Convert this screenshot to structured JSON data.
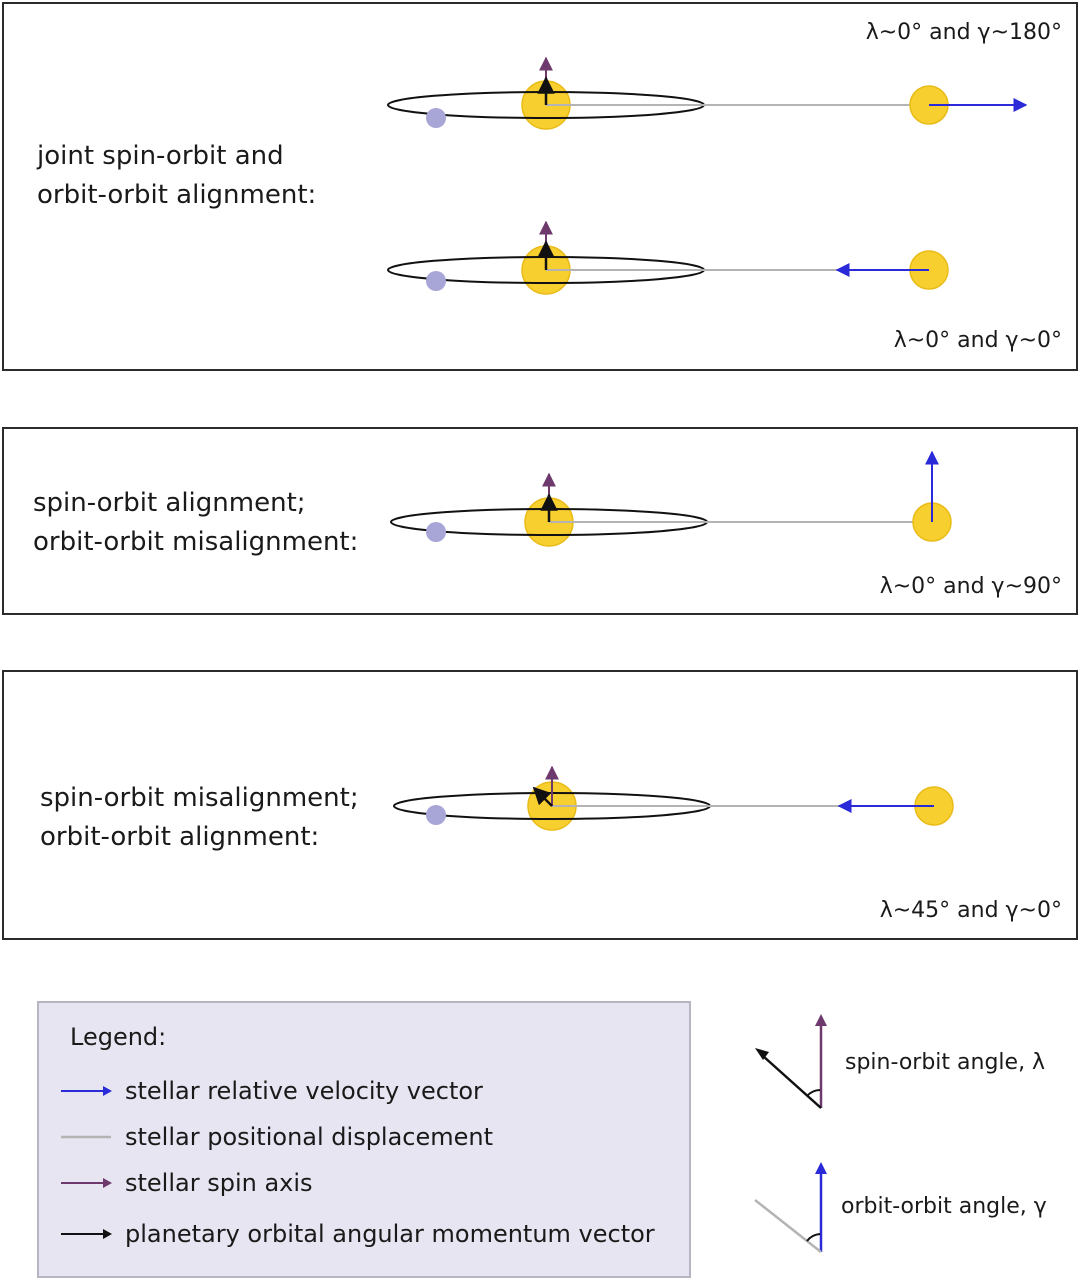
{
  "panels": [
    {
      "label_lines": [
        "joint spin-orbit and",
        "orbit-orbit alignment:"
      ],
      "angles": [
        "λ~0° and γ~180°",
        "λ~0° and γ~0°"
      ]
    },
    {
      "label_lines": [
        "spin-orbit alignment;",
        "orbit-orbit misalignment:"
      ],
      "angles": [
        "λ~0° and γ~90°"
      ]
    },
    {
      "label_lines": [
        "spin-orbit misalignment;",
        "orbit-orbit alignment:"
      ],
      "angles": [
        "λ~45° and γ~0°"
      ]
    }
  ],
  "legend": {
    "title": "Legend:",
    "items": [
      {
        "label": "stellar relative velocity vector",
        "color": "#2a2ad8",
        "kind": "arrow"
      },
      {
        "label": "stellar positional displacement",
        "color": "#b4b4b4",
        "kind": "line"
      },
      {
        "label": "stellar spin axis",
        "color": "#6e3a6e",
        "kind": "arrow"
      },
      {
        "label": "planetary orbital angular momentum vector",
        "color": "#111111",
        "kind": "arrow"
      }
    ]
  },
  "angle_keys": {
    "spin_orbit": "spin-orbit angle, λ",
    "orbit_orbit": "orbit-orbit angle, γ"
  },
  "colors": {
    "star": "#f7cf2e",
    "star_edge": "#e9bb18",
    "planet": "#a7a6d6",
    "velocity": "#2a2ad8",
    "displacement": "#b4b4b4",
    "spin": "#6e3a6e",
    "momentum": "#111111"
  }
}
